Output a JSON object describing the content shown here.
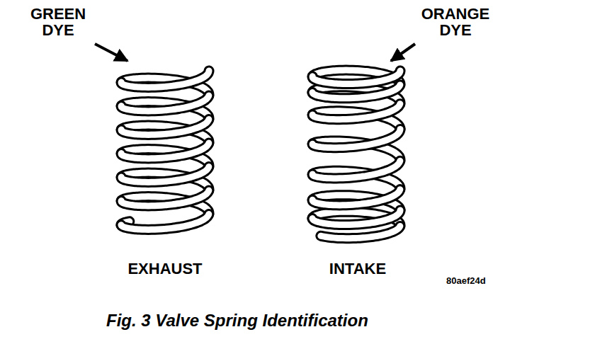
{
  "diagram": {
    "caption": "Fig. 3 Valve Spring Identification",
    "labels": [
      "GREEN DYE",
      "ORANGE DYE",
      "EXHAUST",
      "INTAKE",
      "80aef24d"
    ]
  }
}
